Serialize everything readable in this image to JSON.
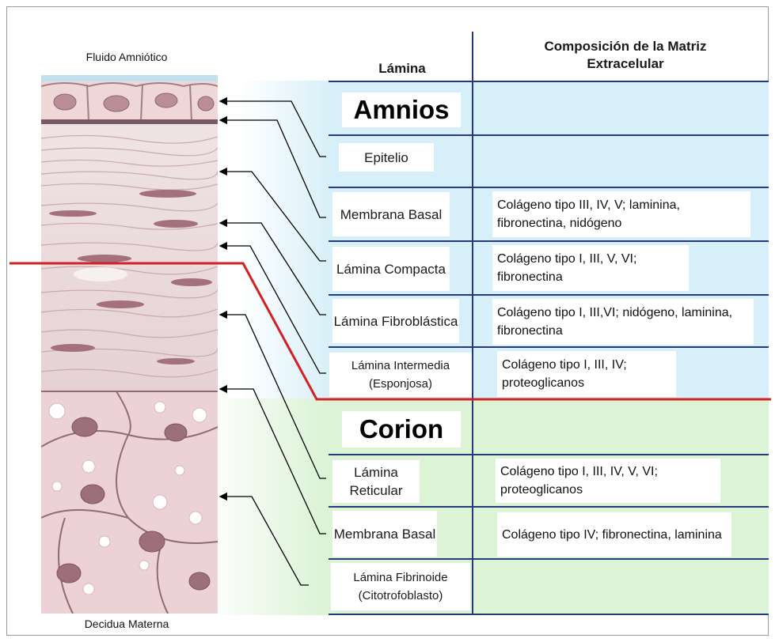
{
  "labels": {
    "fluid": "Fluido Amniótico",
    "decidua": "Decidua Materna"
  },
  "headers": {
    "layer": "Lámina",
    "composition": "Composición de la Matriz Extracelular"
  },
  "sections": {
    "amnion": "Amnios",
    "chorion": "Corion"
  },
  "layers": [
    {
      "name": "Epitelio",
      "composition": ""
    },
    {
      "name": "Membrana Basal",
      "composition": "Colágeno tipo III, IV, V; laminina, fibronectina, nidógeno"
    },
    {
      "name": "Lámina Compacta",
      "composition": "Colágeno tipo I, III, V, VI; fibronectina"
    },
    {
      "name": "Lámina Fibroblástica",
      "composition": "Colágeno tipo I, III,VI; nidógeno, laminina, fibronectina"
    },
    {
      "name": "Lámina Intermedia (Esponjosa)",
      "composition": "Colágeno tipo I, III, IV; proteoglicanos"
    },
    {
      "name": "Lámina Reticular",
      "composition": "Colágeno tipo I, III, IV, V, VI; proteoglicanos"
    },
    {
      "name": "Membrana Basal",
      "composition": "Colágeno tipo IV; fibronectina, laminina"
    },
    {
      "name": "Lámina Fibrinoide (Citotrofoblasto)",
      "composition": ""
    }
  ],
  "colors": {
    "amnion_bg": "#d6eff8",
    "chorion_bg": "#dcf3d6",
    "grid_lines": "#243a7a",
    "boundary": "#d42020"
  }
}
